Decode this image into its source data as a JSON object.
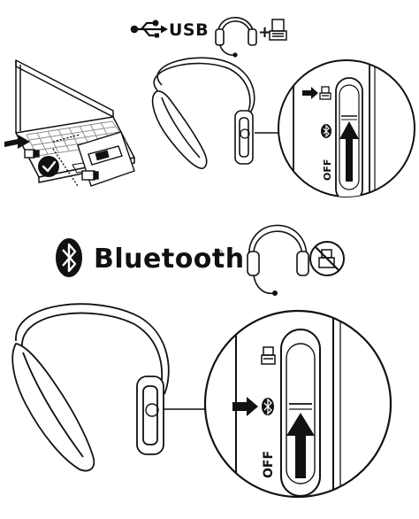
{
  "usb_section": {
    "label": "USB",
    "plus": "+",
    "slider_off_label": "OFF"
  },
  "bluetooth_section": {
    "label": "Bluetooth",
    "registered_mark": "®",
    "slider_off_label": "OFF"
  },
  "colors": {
    "ink": "#111111",
    "background": "#ffffff",
    "keyboard_gray": "#8a8a8a"
  }
}
